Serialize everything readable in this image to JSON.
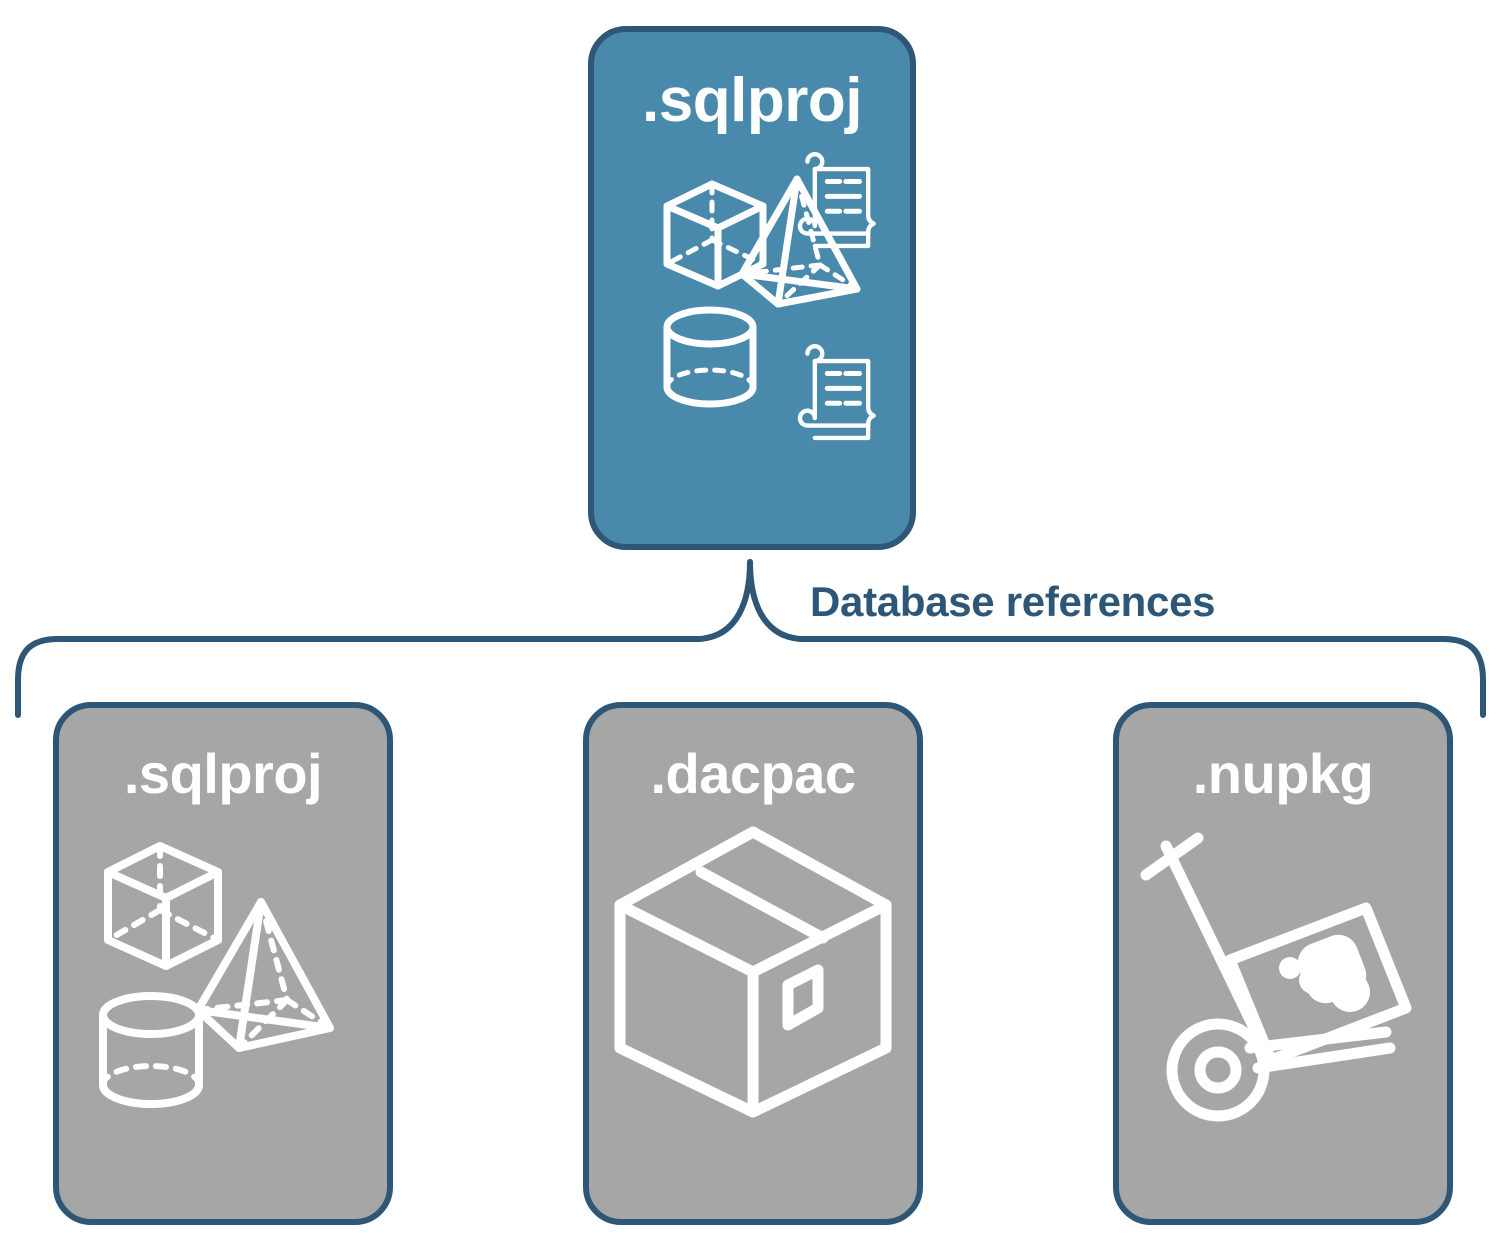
{
  "diagram": {
    "title": "SQL project database references",
    "colors": {
      "primary_fill": "#4889ac",
      "secondary_fill": "#a6a6a6",
      "stroke": "#2e5777",
      "icon": "#ffffff",
      "background": "#ffffff"
    },
    "connector": {
      "label": "Database references",
      "shape": "curly-brace",
      "orientation": "down"
    },
    "root": {
      "label": ".sqlproj",
      "style": "primary",
      "icons": [
        "cube-icon",
        "scroll-icon",
        "pyramid-icon",
        "cylinder-icon",
        "scroll-icon"
      ]
    },
    "references": [
      {
        "label": ".sqlproj",
        "style": "secondary",
        "icons": [
          "cube-icon",
          "pyramid-icon",
          "cylinder-icon"
        ]
      },
      {
        "label": ".dacpac",
        "style": "secondary",
        "icons": [
          "package-box-icon"
        ]
      },
      {
        "label": ".nupkg",
        "style": "secondary",
        "icons": [
          "hand-truck-icon"
        ]
      }
    ]
  }
}
